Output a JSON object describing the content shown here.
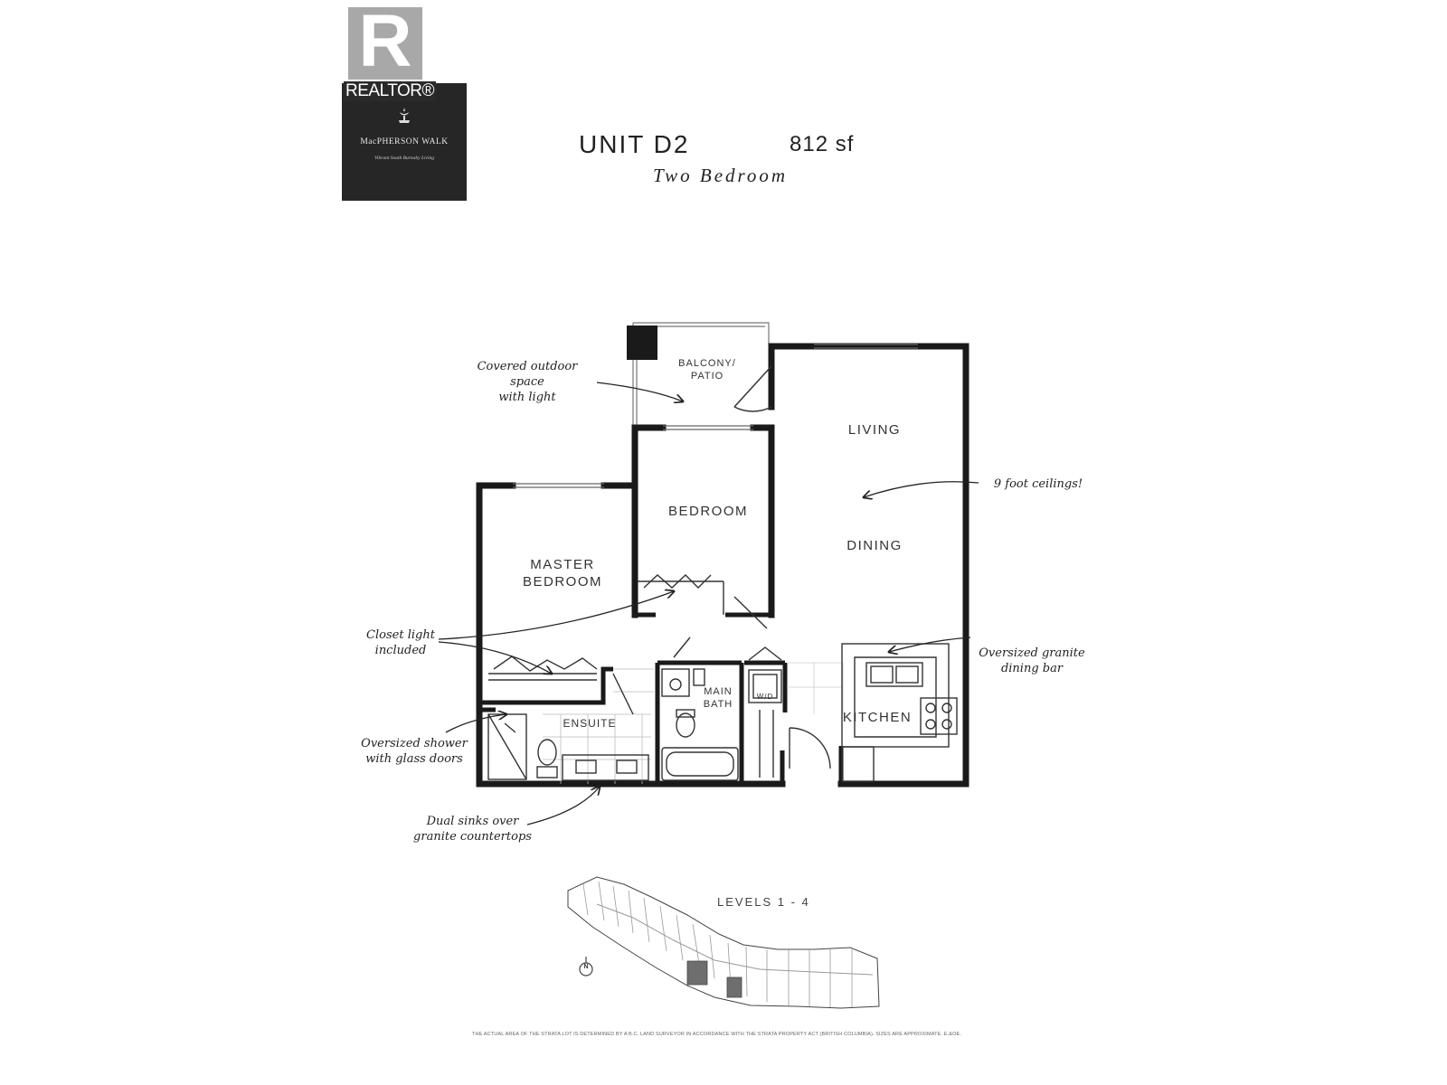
{
  "logo": {
    "realtor_mark": "R",
    "realtor_word": "REALTOR®",
    "development_name": "MacPHERSON WALK",
    "development_tagline": "Vibrant South Burnaby Living"
  },
  "header": {
    "unit_title": "UNIT D2",
    "area": "812 sf",
    "unit_type": "Two Bedroom"
  },
  "rooms": {
    "balcony": "BALCONY/\nPATIO",
    "living": "LIVING",
    "bedroom": "BEDROOM",
    "dining": "DINING",
    "master_bedroom": "MASTER\nBEDROOM",
    "main_bath": "MAIN\nBATH",
    "washer_dryer": "W/D",
    "kitchen": "KITCHEN",
    "ensuite": "ENSUITE"
  },
  "notes": {
    "covered_outdoor": "Covered outdoor space\nwith light",
    "ceilings": "9 foot ceilings!",
    "closet_light": "Closet light\nincluded",
    "granite_bar": "Oversized granite\ndining bar",
    "shower": "Oversized shower\nwith glass doors",
    "dual_sinks": "Dual sinks over\ngranite countertops"
  },
  "keyplan": {
    "levels_label": "LEVELS 1 - 4",
    "north_label": "N",
    "highlighted_unit_color": "#6e6e6e"
  },
  "disclaimer": "THE ACTUAL AREA OF THE STRATA LOT IS DETERMINED BY A B.C. LAND SURVEYOR IN ACCORDANCE WITH THE STRATA PROPERTY ACT (BRITISH COLUMBIA). SIZES ARE APPROXIMATE. E.&OE."
}
